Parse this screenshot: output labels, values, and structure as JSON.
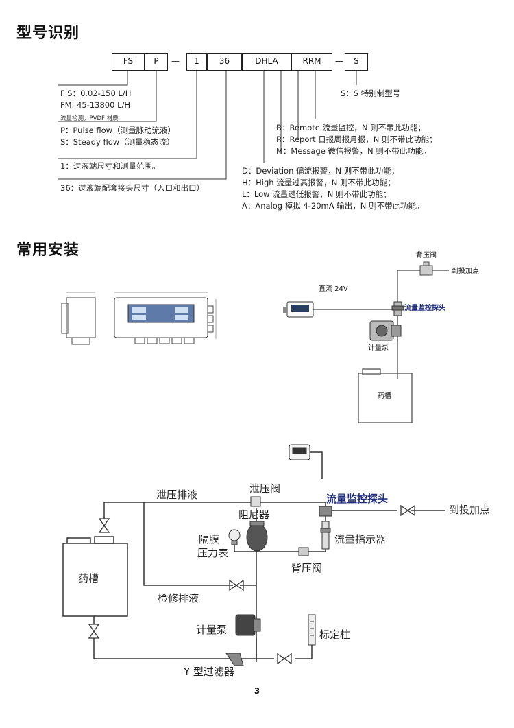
{
  "section1": {
    "title": "型号识别",
    "codes": [
      "FS",
      "P",
      "1",
      "36",
      "DHLA",
      "RRM",
      "S"
    ],
    "separator": "—",
    "legend": {
      "fs": "F S：0.02-150 L/H",
      "fm": "FM: 45-13800 L/H",
      "material": "流量检测，PVDF 材质",
      "pulse": "P：Pulse flow（测量脉动流液）",
      "steady": "S：Steady flow（测量稳态流）",
      "size1": "1：过液端尺寸和测量范围。",
      "size36": "36：过液端配套接头尺寸（入口和出口）",
      "special": "S：S 特别制型号",
      "remote": "R：Remote 流量监控，N 则不带此功能；",
      "report": "R：Report 日报周报月报，N 则不带此功能；",
      "message": "M：Message 微信报警，N 则不带此功能。",
      "deviation": "D：Deviation 偏流报警，N 则不带此功能；",
      "high": "H：High 流量过高报警，N 则不带此功能；",
      "low": "L：Low 流量过低报警，N 则不带此功能；",
      "analog": "A：Analog 模拟 4-20mA 输出，N 则不带此功能。"
    }
  },
  "section2": {
    "title": "常用安装",
    "diagram_top": {
      "back_valve": "背压阀",
      "to_dosing": "到投加点",
      "dc": "直流 24V",
      "probe": "流量监控探头",
      "pump": "计量泵",
      "tank": "药槽"
    },
    "diagram_bottom": {
      "relief_drain": "泄压排液",
      "relief_valve": "泄压阀",
      "probe": "流量监控探头",
      "to_dosing": "到投加点",
      "damper": "阻尼器",
      "diaphragm": "隔膜",
      "gauge": "压力表",
      "flow_indicator": "流量指示器",
      "back_valve": "背压阀",
      "tank": "药槽",
      "service_drain": "检修排液",
      "pump": "计量泵",
      "calibration": "标定柱",
      "y_filter": "Y 型过滤器"
    }
  },
  "footer": {
    "page_number": "3"
  }
}
